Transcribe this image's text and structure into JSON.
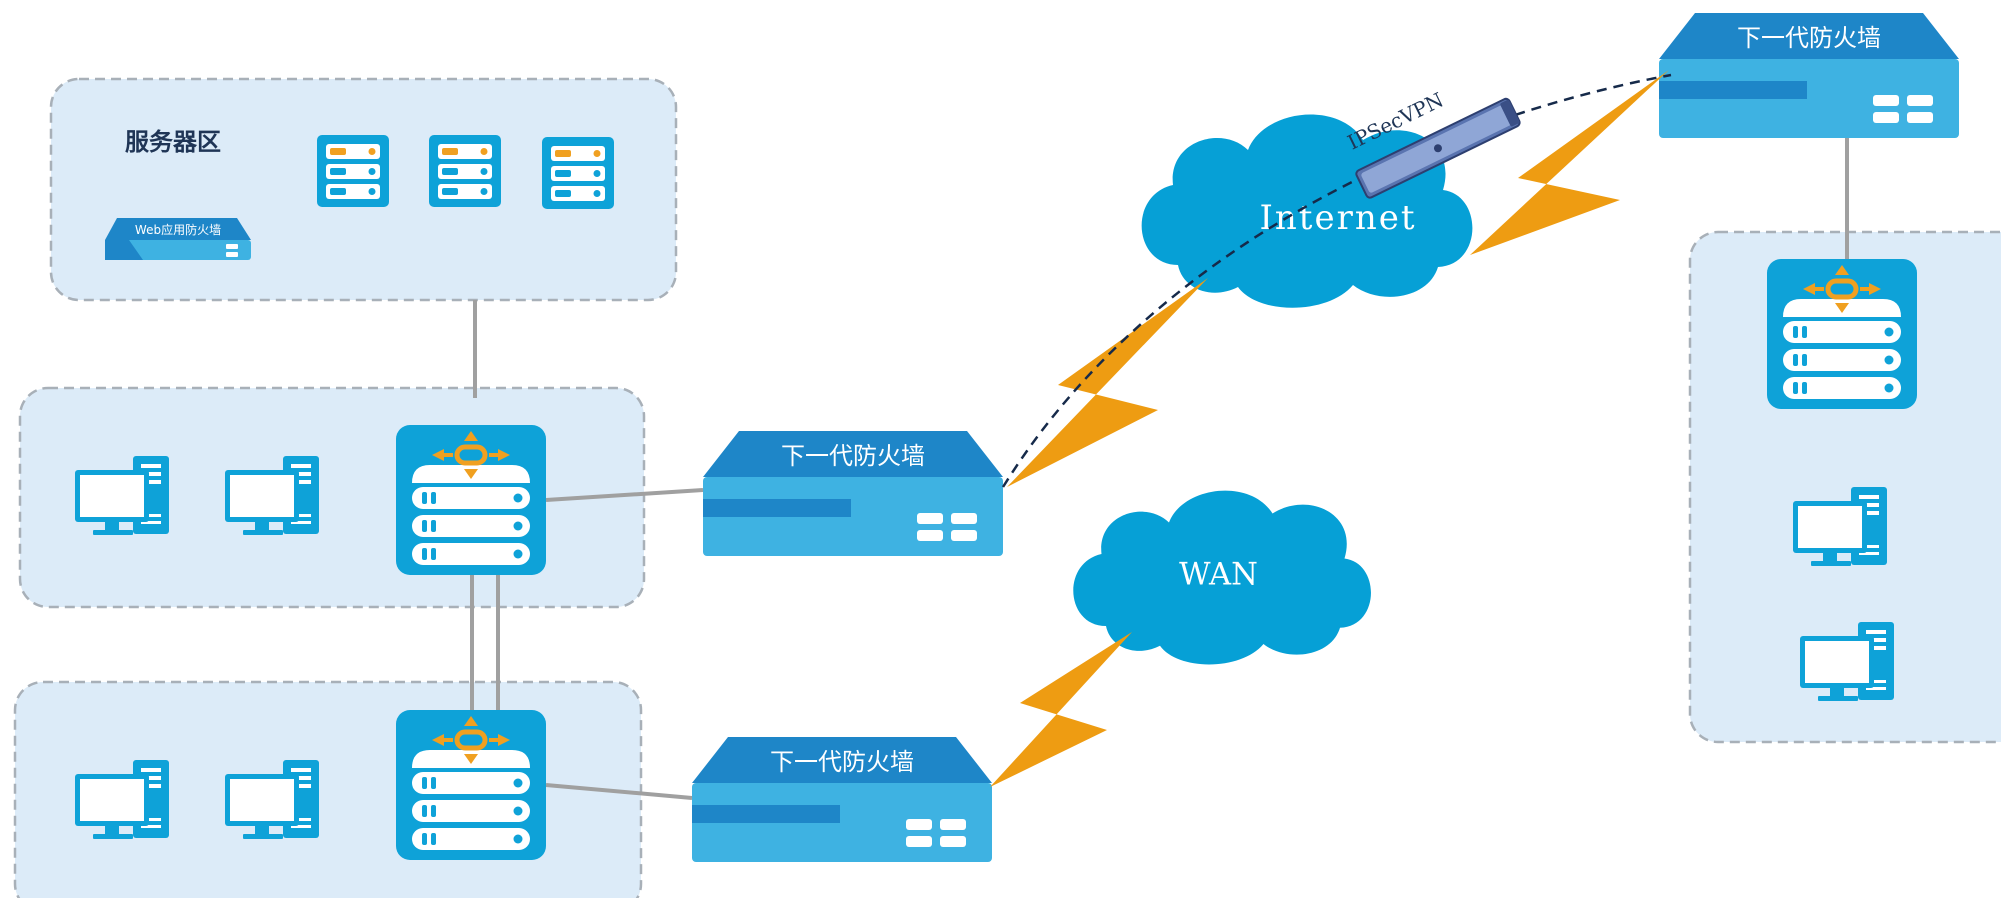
{
  "zones": {
    "server_zone_title": "服务器区"
  },
  "devices": {
    "waf_label": "Web应用防火墙",
    "firewall_top_right_label": "下一代防火墙",
    "firewall_middle_label": "下一代防火墙",
    "firewall_bottom_label": "下一代防火墙"
  },
  "clouds": {
    "internet_label": "Internet",
    "wan_label": "WAN"
  },
  "tunnel": {
    "vpn_label": "IPSecVPN"
  },
  "colors": {
    "zone_fill": "#dcebf8",
    "zone_border": "#a8b0b8",
    "device_blue": "#0ea2d8",
    "firewall_top": "#1e86c8",
    "firewall_body": "#3eb2e2",
    "accent_orange": "#f0a020",
    "bolt_orange": "#ee9c12",
    "link_gray": "#a0a0a0",
    "vpn_dash": "#162a4a"
  },
  "icons": [
    "server-icon",
    "switch-icon",
    "desktop-computer-icon",
    "firewall-icon",
    "web-application-firewall-icon",
    "cloud-icon",
    "lightning-bolt-icon",
    "vpn-tunnel-icon"
  ]
}
